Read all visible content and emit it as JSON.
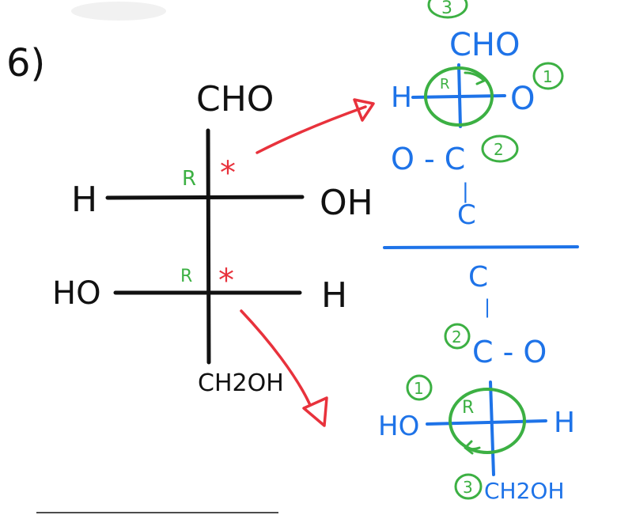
{
  "problem_label": "6)",
  "colors": {
    "black": "#111111",
    "red": "#e8323c",
    "green": "#3cb043",
    "blue": "#1e73e8"
  },
  "fischer": {
    "top": "CHO",
    "c1_left": "H",
    "c1_right": "OH",
    "c2_left": "HO",
    "c2_right": "H",
    "bottom": "CH2OH",
    "c1_config": "R",
    "c2_config": "R",
    "stereo_mark": "*"
  },
  "upper_projection": {
    "priority_top": "3",
    "top": "CHO",
    "left": "H",
    "right": "O",
    "right_priority": "1",
    "config": "R",
    "middle": "O - C",
    "middle_priority": "2",
    "bond": "|",
    "bottom": "C"
  },
  "lower_projection": {
    "top": "C",
    "bond": "|",
    "middle_priority": "2",
    "middle": "C - O",
    "left_priority": "1",
    "left": "HO",
    "right": "H",
    "config": "R",
    "bottom_priority": "3",
    "bottom": "CH2OH"
  }
}
